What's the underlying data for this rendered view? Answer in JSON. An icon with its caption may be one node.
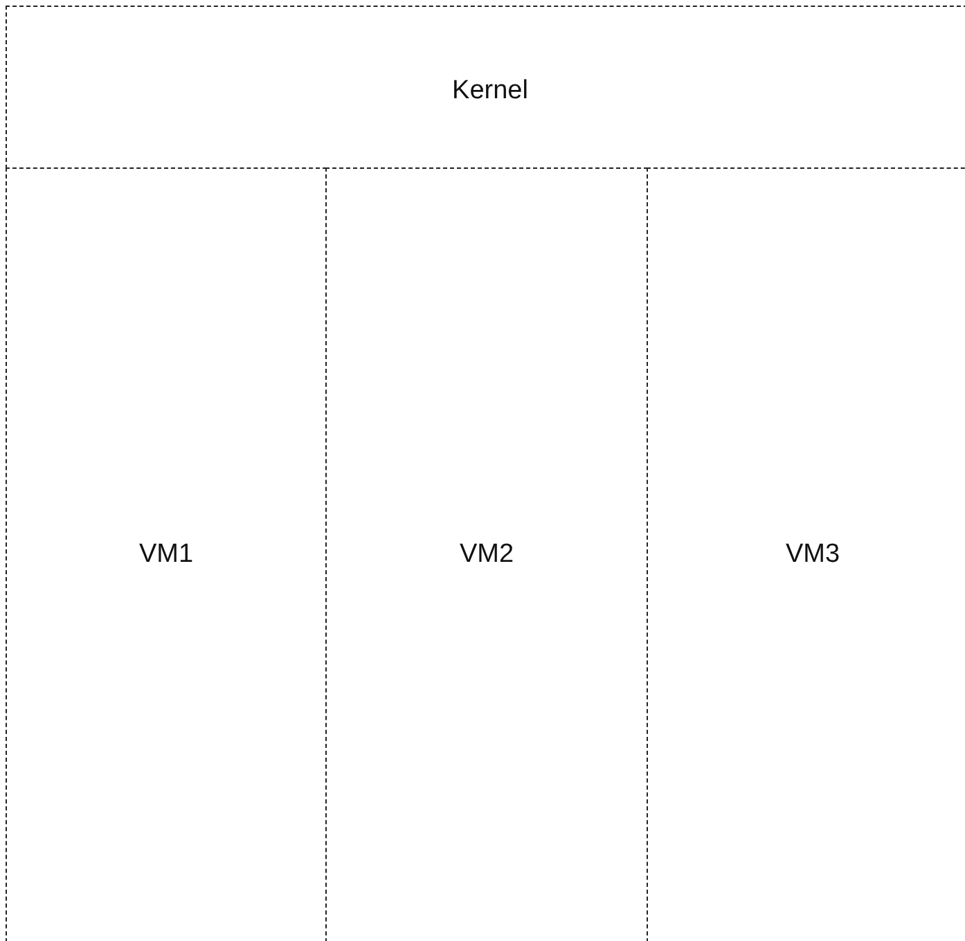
{
  "diagram": {
    "nodes": [
      {
        "text": [
          "Kernel"
        ]
      },
      {
        "text": [
          "VM1"
        ]
      },
      {
        "text": [
          "VM2"
        ]
      },
      {
        "text": [
          "VM3"
        ]
      }
    ]
  }
}
